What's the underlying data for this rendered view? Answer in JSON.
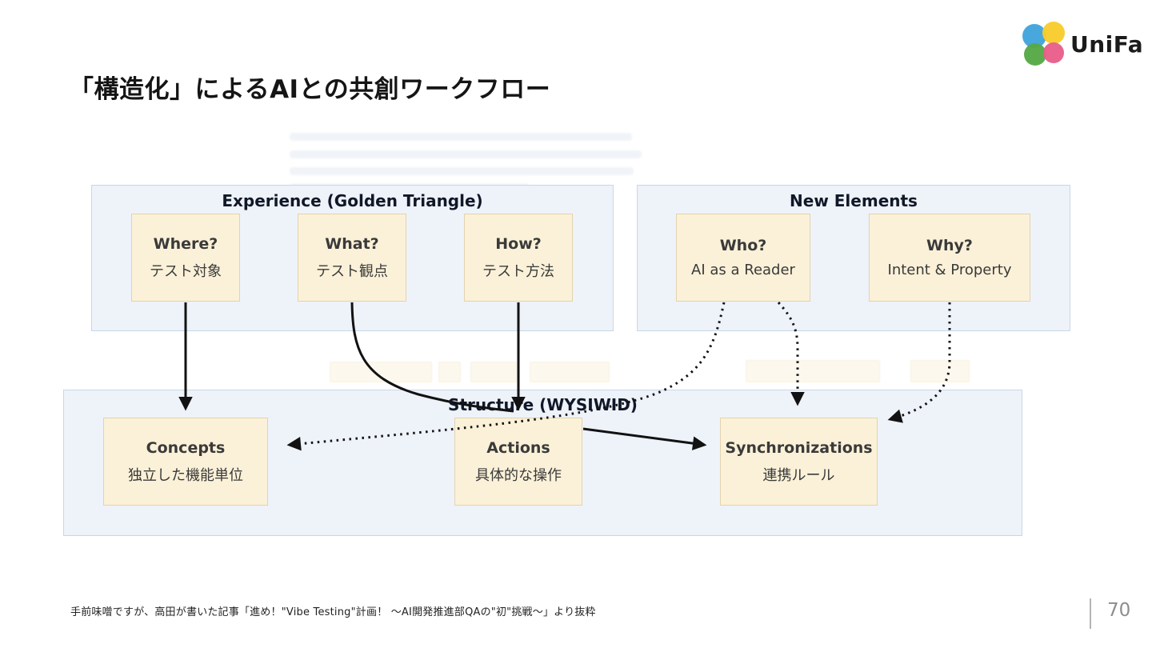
{
  "slide": {
    "title": "「構造化」によるAIとの共創ワークフロー",
    "footer": "手前味噌ですが、高田が書いた記事「進め！\"Vibe Testing\"計画！ ～AI開発推進部QAの\"初\"挑戦～」より抜粋",
    "page_number": "70"
  },
  "logo": {
    "text": "UniFa",
    "dot_colors": {
      "blue": "#41a4dd",
      "yellow": "#f8cc2c",
      "green": "#55a946",
      "pink": "#e85e8a"
    }
  },
  "diagram": {
    "groups": [
      {
        "id": "experience",
        "label": "Experience (Golden Triangle)",
        "nodes": [
          {
            "title": "Where?",
            "subtitle": "テスト対象"
          },
          {
            "title": "What?",
            "subtitle": "テスト観点"
          },
          {
            "title": "How?",
            "subtitle": "テスト方法"
          }
        ]
      },
      {
        "id": "new-elements",
        "label": "New Elements",
        "nodes": [
          {
            "title": "Who?",
            "subtitle": "AI as a Reader"
          },
          {
            "title": "Why?",
            "subtitle": "Intent & Property"
          }
        ]
      },
      {
        "id": "structure",
        "label": "Structure (WYSIWID)",
        "nodes": [
          {
            "title": "Concepts",
            "subtitle": "独立した機能単位"
          },
          {
            "title": "Actions",
            "subtitle": "具体的な操作"
          },
          {
            "title": "Synchronizations",
            "subtitle": "連携ルール"
          }
        ]
      }
    ],
    "edges": [
      {
        "from": "Where?",
        "to": "Concepts",
        "style": "solid"
      },
      {
        "from": "What?",
        "to": "Actions",
        "style": "solid"
      },
      {
        "from": "How?",
        "to": "Actions",
        "style": "solid"
      },
      {
        "from": "Actions",
        "to": "Synchronizations",
        "style": "solid"
      },
      {
        "from": "Who?",
        "to": "Concepts",
        "style": "dotted"
      },
      {
        "from": "Who?",
        "to": "Synchronizations",
        "style": "dotted"
      },
      {
        "from": "Why?",
        "to": "Synchronizations",
        "style": "dotted"
      }
    ],
    "colors": {
      "node_fill": "#fbf1d8",
      "node_border": "#e3d3ae",
      "group_fill": "#eef2f9",
      "group_border": "#c9d7ea",
      "edge": "#121212"
    }
  }
}
